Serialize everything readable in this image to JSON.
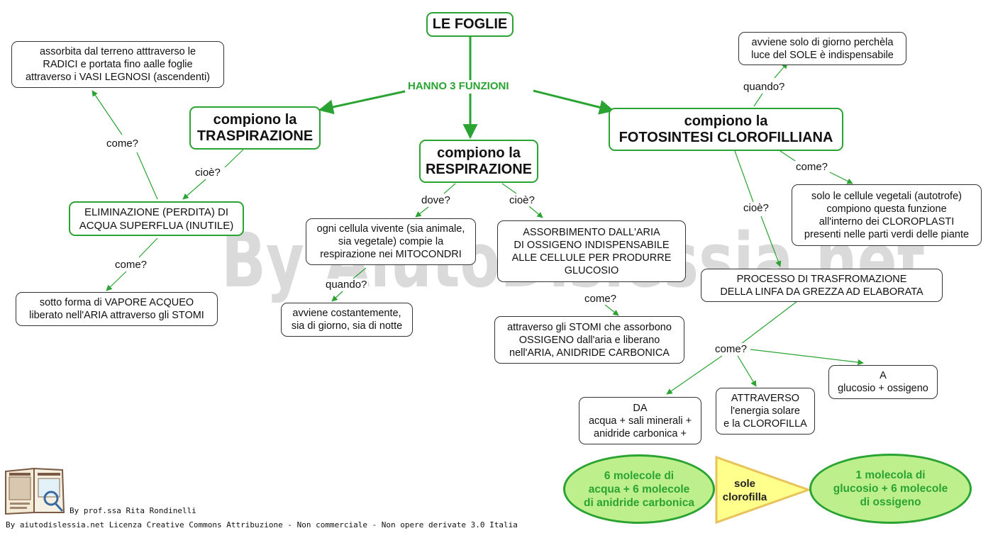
{
  "title": "LE FOGLIE",
  "center_label": "HANNO 3 FUNZIONI",
  "functions": {
    "traspirazione": [
      "compiono la",
      "TRASPIRAZIONE"
    ],
    "respirazione": [
      "compiono la",
      "RESPIRAZIONE"
    ],
    "fotosintesi": [
      "compiono la",
      "FOTOSINTESI CLOROFILLIANA"
    ]
  },
  "boxes": {
    "assorbita": [
      "assorbita dal terreno atttraverso le",
      "RADICI e portata fino aalle foglie",
      "attraverso i VASI LEGNOSI (ascendenti)"
    ],
    "eliminazione": [
      "ELIMINAZIONE (PERDITA) DI",
      "ACQUA SUPERFLUA (INUTILE)"
    ],
    "vapore": [
      "sotto forma di VAPORE ACQUEO",
      "liberato nell'ARIA attraverso gli STOMI"
    ],
    "ogni_cellula": [
      "ogni cellula vivente (sia animale,",
      "sia vegetale) compie la",
      "respirazione nei MITOCONDRI"
    ],
    "costantemente": [
      "avviene costantemente,",
      "sia di giorno, sia di notte"
    ],
    "assorbimento": [
      "ASSORBIMENTO DALL'ARIA",
      "DI OSSIGENO INDISPENSABILE",
      "ALLE CELLULE PER PRODURRE",
      "GLUCOSIO"
    ],
    "stomi": [
      "attraverso gli STOMI che assorbono",
      "OSSIGENO dall'aria e liberano",
      "nell'ARIA, ANIDRIDE CARBONICA"
    ],
    "giorno": [
      "avviene solo di giorno perchèla",
      "luce del SOLE è indispensabile"
    ],
    "cellule_vegetali": [
      "solo le cellule vegetali (autotrofe)",
      "compiono questa funzione",
      "all'interno dei CLOROPLASTI",
      "presenti nelle parti verdi delle piante"
    ],
    "processo": [
      "PROCESSO DI TRASFROMAZIONE",
      "DELLA LINFA DA GREZZA AD ELABORATA"
    ],
    "da": [
      "DA",
      "acqua + sali minerali +",
      "anidride carbonica +"
    ],
    "attraverso": [
      "ATTRAVERSO",
      "l'energia solare",
      "e la CLOROFILLA"
    ],
    "a": [
      "A",
      "glucosio + ossigeno"
    ]
  },
  "link_labels": {
    "come1": "come?",
    "cioe1": "cioè?",
    "come2": "come?",
    "dove": "dove?",
    "cioe2": "cioè?",
    "quando1": "quando?",
    "come3": "come?",
    "quando2": "quando?",
    "come4": "come?",
    "cioe3": "cioè?",
    "come5": "come?"
  },
  "equation": {
    "left": [
      "6 molecole di",
      "acqua + 6 molecole",
      "di anidride carbonica"
    ],
    "middle": [
      "sole",
      "clorofilla"
    ],
    "right": [
      "1 molecola di",
      "glucosio + 6 molecole",
      "di ossigeno"
    ]
  },
  "watermark": "By AiutoDislessia.net",
  "author": "By prof.ssa Rita Rondinelli",
  "license": "By aiutodislessia.net Licenza Creative Commons Attribuzione - Non commerciale - Non opere derivate 3.0 Italia",
  "colors": {
    "accent_green": "#2aa332",
    "ellipse_fill": "#bdf08c",
    "triangle_fill": "#ffff8c",
    "triangle_border": "#e8c25a"
  }
}
